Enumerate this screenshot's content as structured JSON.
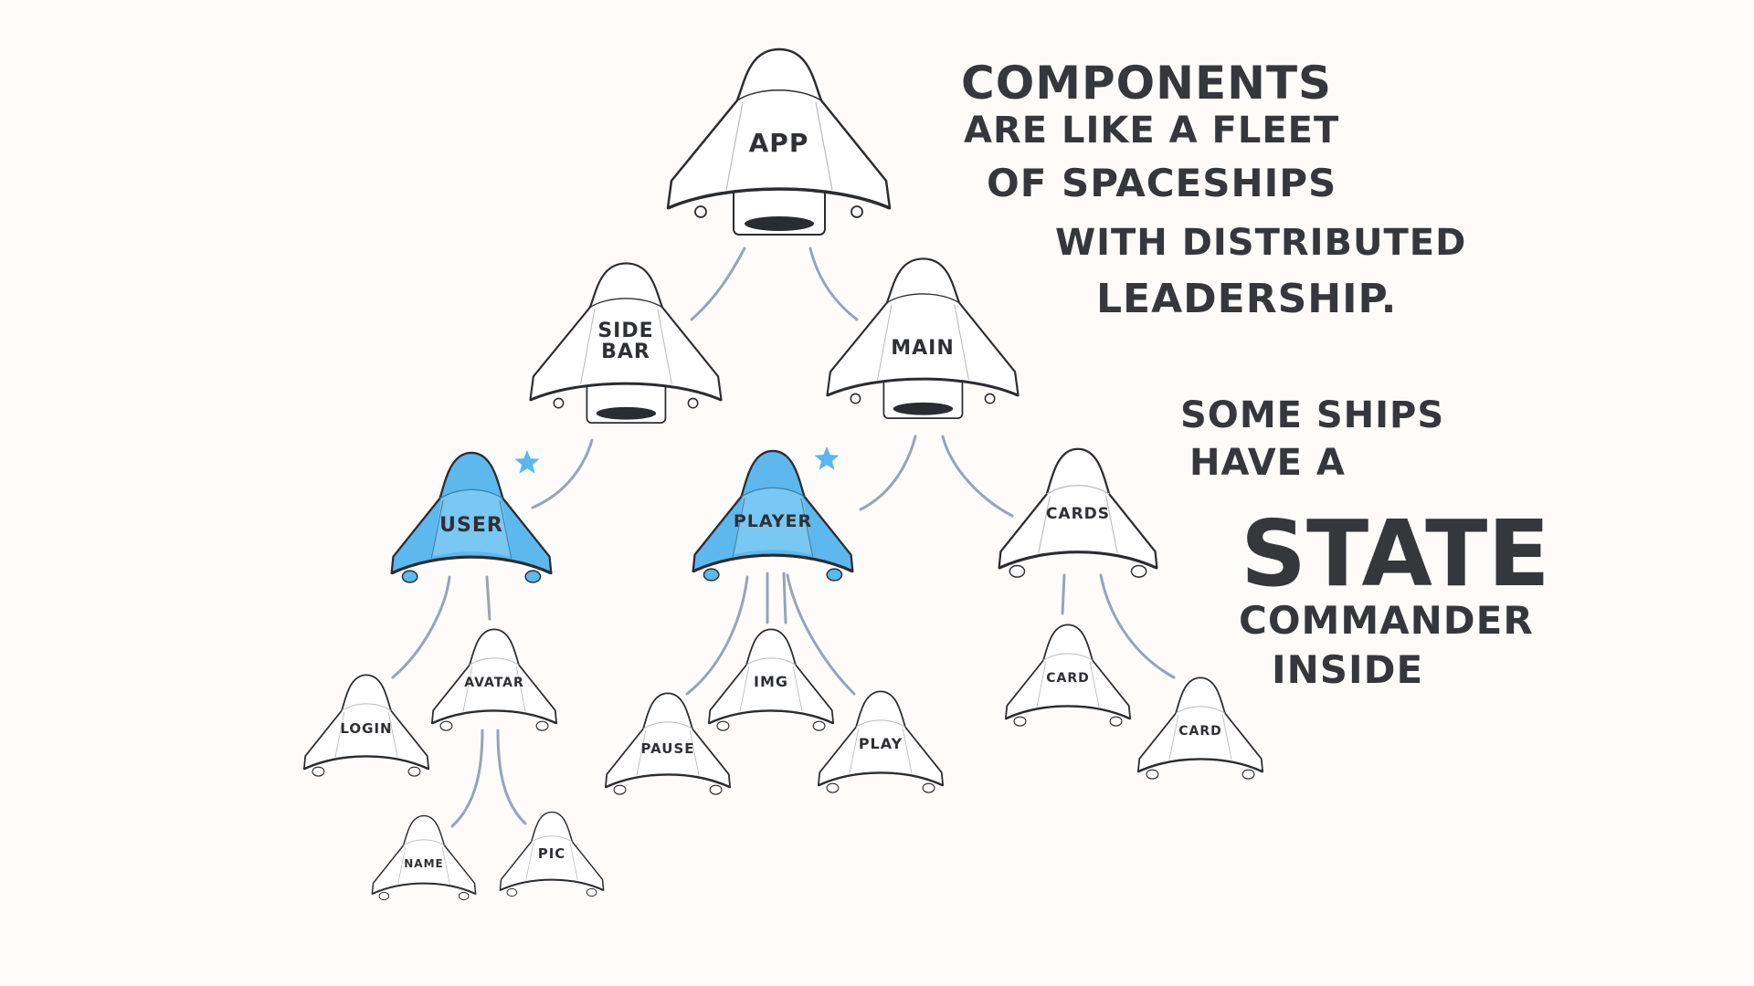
{
  "diagram": {
    "title_lines": [
      "COMPONENTS",
      "ARE LIKE A FLEET",
      "OF SPACESHIPS",
      "WITH DISTRIBUTED",
      "LEADERSHIP."
    ],
    "state_note_lines": [
      "SOME SHIPS",
      "HAVE A",
      "STATE",
      "COMMANDER",
      "INSIDE"
    ],
    "colors": {
      "background": "#fdfcfa",
      "ink": "#36373b",
      "ship_fill": "#ffffff",
      "ship_outline": "#2b2c30",
      "stateful_fill": "#5db8ee",
      "stateful_light": "#8fd3f7",
      "star": "#5ab6f0",
      "link": "#9aa3b5"
    },
    "nodes": {
      "app": {
        "label": "APP",
        "stateful": false
      },
      "sidebar": {
        "label": "SIDE\nBAR",
        "stateful": false
      },
      "main": {
        "label": "MAIN",
        "stateful": false
      },
      "user": {
        "label": "USER",
        "stateful": true,
        "marker": "star"
      },
      "player": {
        "label": "PLAYER",
        "stateful": true,
        "marker": "star"
      },
      "cards": {
        "label": "CARDS",
        "stateful": false
      },
      "login": {
        "label": "LOGIN",
        "stateful": false
      },
      "avatar": {
        "label": "AVATAR",
        "stateful": false
      },
      "pause": {
        "label": "PAUSE",
        "stateful": false
      },
      "img": {
        "label": "IMG",
        "stateful": false
      },
      "play": {
        "label": "PLAY",
        "stateful": false
      },
      "card1": {
        "label": "CARD",
        "stateful": false
      },
      "card2": {
        "label": "CARD",
        "stateful": false
      },
      "name": {
        "label": "NAME",
        "stateful": false
      },
      "pic": {
        "label": "PIC",
        "stateful": false
      }
    },
    "edges": [
      [
        "app",
        "sidebar"
      ],
      [
        "app",
        "main"
      ],
      [
        "sidebar",
        "user"
      ],
      [
        "main",
        "player"
      ],
      [
        "main",
        "cards"
      ],
      [
        "user",
        "login"
      ],
      [
        "user",
        "avatar"
      ],
      [
        "avatar",
        "name"
      ],
      [
        "avatar",
        "pic"
      ],
      [
        "player",
        "pause"
      ],
      [
        "player",
        "img"
      ],
      [
        "player",
        "play"
      ],
      [
        "cards",
        "card1"
      ],
      [
        "cards",
        "card2"
      ]
    ]
  }
}
